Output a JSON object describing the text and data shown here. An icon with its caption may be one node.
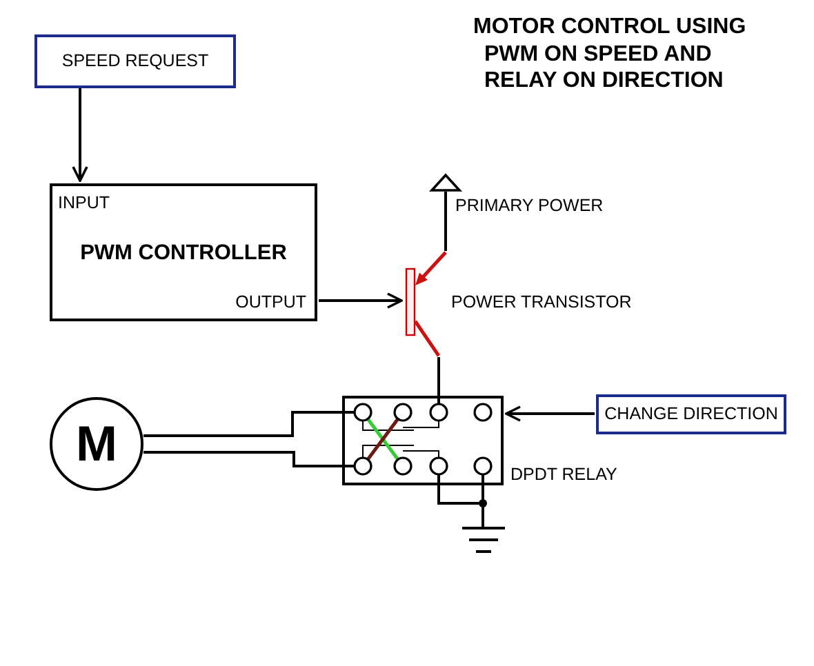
{
  "diagram": {
    "title": "MOTOR CONTROL USING PWM ON SPEED AND RELAY ON DIRECTION",
    "nodes": [
      {
        "text": [
          "SPEED REQUEST"
        ]
      },
      {
        "text": [
          "INPUT",
          "PWM CONTROLLER",
          "OUTPUT"
        ]
      },
      {
        "text": [],
        "shape": "triangle",
        "beside": [
          "PRIMARY POWER"
        ]
      },
      {
        "text": [],
        "shape": "picture",
        "beside": [
          "POWER TRANSISTOR"
        ]
      },
      {
        "text": [
          "CHANGE DIRECTION"
        ]
      },
      {
        "text": [
          "M"
        ]
      },
      {
        "text": [],
        "shape": "box",
        "beside": [
          "DPDT RELAY"
        ]
      },
      {
        "text": [],
        "shape": "picture"
      }
    ],
    "edges": [
      {
        "from": 0,
        "to": 1,
        "arrow": "to"
      },
      {
        "from": 1,
        "to": 3,
        "arrow": "to"
      },
      {
        "from": 2,
        "to": 3,
        "arrow": "none"
      },
      {
        "from": 3,
        "to": 6,
        "arrow": "none"
      },
      {
        "from": 4,
        "to": 6,
        "arrow": "to"
      },
      {
        "from": 5,
        "to": 6,
        "arrow": "none"
      },
      {
        "from": 5,
        "to": 6,
        "arrow": "none"
      },
      {
        "from": 6,
        "to": 7,
        "arrow": "none"
      }
    ]
  }
}
